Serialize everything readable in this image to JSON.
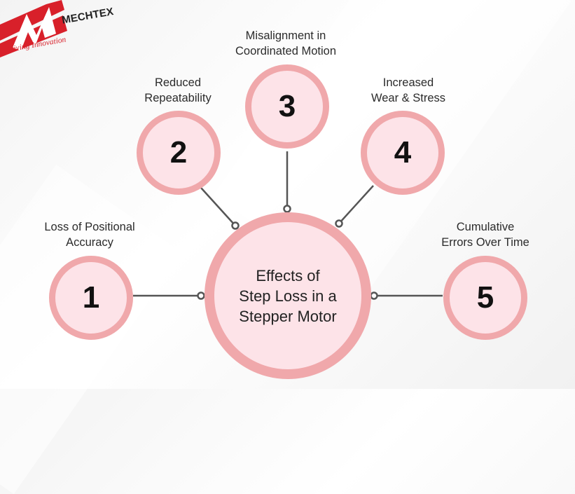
{
  "logo": {
    "brand": "MECHTEX",
    "tagline": "Driving Innovation",
    "accent_color": "#d8202a"
  },
  "center": {
    "label_line1": "Effects of",
    "label_line2": "Step Loss in a",
    "label_line3": "Stepper Motor"
  },
  "effects": [
    {
      "number": "1",
      "label_line1": "Loss of Positional",
      "label_line2": "Accuracy"
    },
    {
      "number": "2",
      "label_line1": "Reduced",
      "label_line2": "Repeatability"
    },
    {
      "number": "3",
      "label_line1": "Misalignment in",
      "label_line2": "Coordinated Motion"
    },
    {
      "number": "4",
      "label_line1": "Increased",
      "label_line2": "Wear & Stress"
    },
    {
      "number": "5",
      "label_line1": "Cumulative",
      "label_line2": "Errors Over Time"
    }
  ],
  "colors": {
    "circle_fill": "#fde3e8",
    "circle_border": "#f0a8ab",
    "connector": "#555555"
  }
}
